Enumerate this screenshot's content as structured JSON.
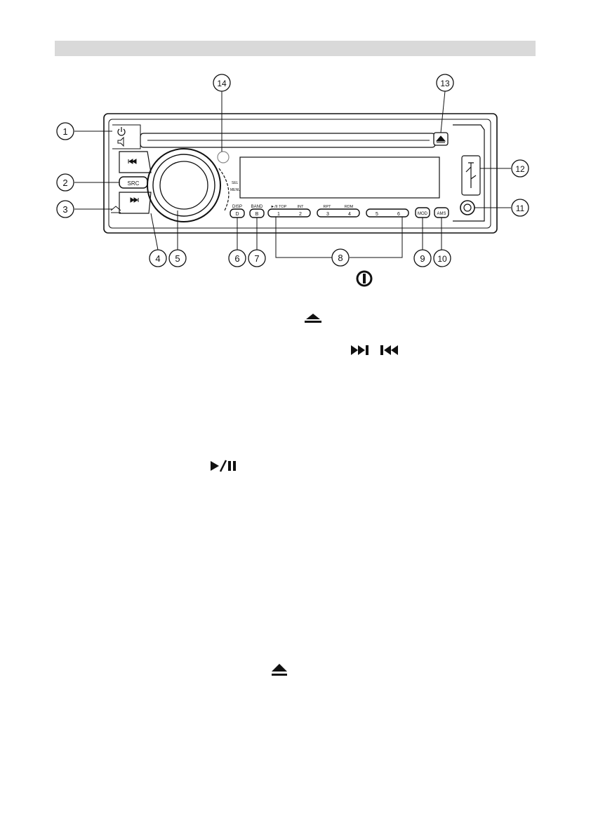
{
  "callouts": [
    "1",
    "2",
    "3",
    "4",
    "5",
    "6",
    "7",
    "8",
    "9",
    "10",
    "11",
    "12",
    "13",
    "14"
  ],
  "panel": {
    "src_label": "SRC",
    "disp_label": "DISP",
    "disp_key": "D",
    "band_label": "BAND",
    "band_key": "B",
    "preset_top": [
      "►/II TOP",
      "INT",
      "RPT",
      "RDM"
    ],
    "preset_nums": [
      "1",
      "2",
      "3",
      "4",
      "5",
      "6"
    ],
    "mode_key": "MOD",
    "ams_key": "AMS",
    "knob_side": [
      "SEL",
      "MENU"
    ]
  },
  "text_symbols": {
    "next_prev": "►►| |◄◄",
    "play_pause": "►/II"
  },
  "icons": [
    "power-symbol-icon",
    "release-icon",
    "next-icon",
    "prev-icon",
    "play-pause-icon",
    "eject-icon",
    "usb-icon",
    "mute-icon"
  ]
}
